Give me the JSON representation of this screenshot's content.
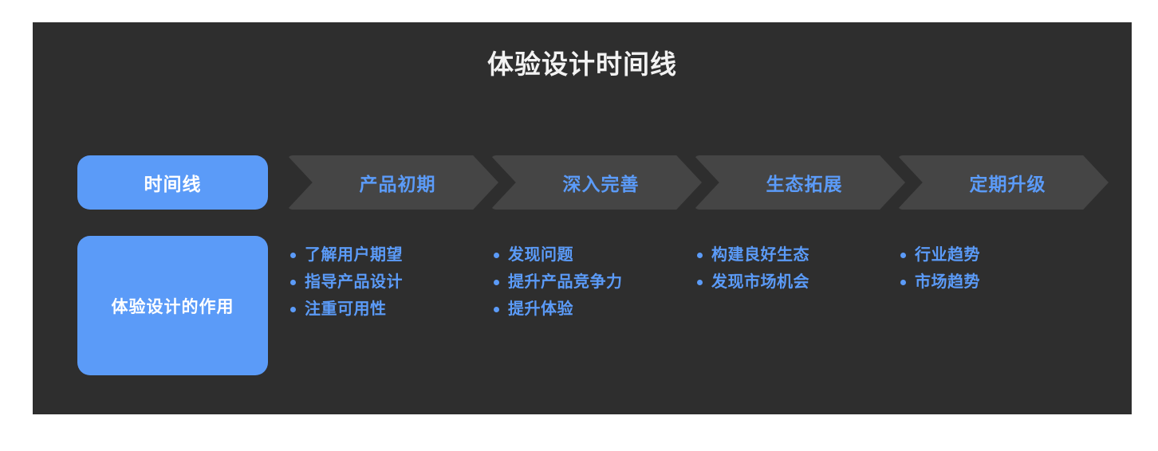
{
  "page": {
    "title": "体验设计时间线",
    "panel_bg": "#2e2e2e",
    "accent": "#5b9bf8",
    "chevron_bg": "#454545",
    "title_color": "#f2f2f2"
  },
  "rows": {
    "stage_row_label": "时间线",
    "role_row_label": "体验设计的作用"
  },
  "stages": [
    {
      "label": "产品初期"
    },
    {
      "label": "深入完善"
    },
    {
      "label": "生态拓展"
    },
    {
      "label": "定期升级"
    }
  ],
  "columns": [
    {
      "items": [
        {
          "text": "了解用户期望"
        },
        {
          "text": "指导产品设计"
        },
        {
          "text": "注重可用性"
        }
      ]
    },
    {
      "items": [
        {
          "text": "发现问题"
        },
        {
          "text": "提升产品竞争力"
        },
        {
          "text": "提升体验"
        }
      ]
    },
    {
      "items": [
        {
          "text": "构建良好生态"
        },
        {
          "text": "发现市场机会"
        }
      ]
    },
    {
      "items": [
        {
          "text": "行业趋势"
        },
        {
          "text": "市场趋势"
        }
      ]
    }
  ]
}
